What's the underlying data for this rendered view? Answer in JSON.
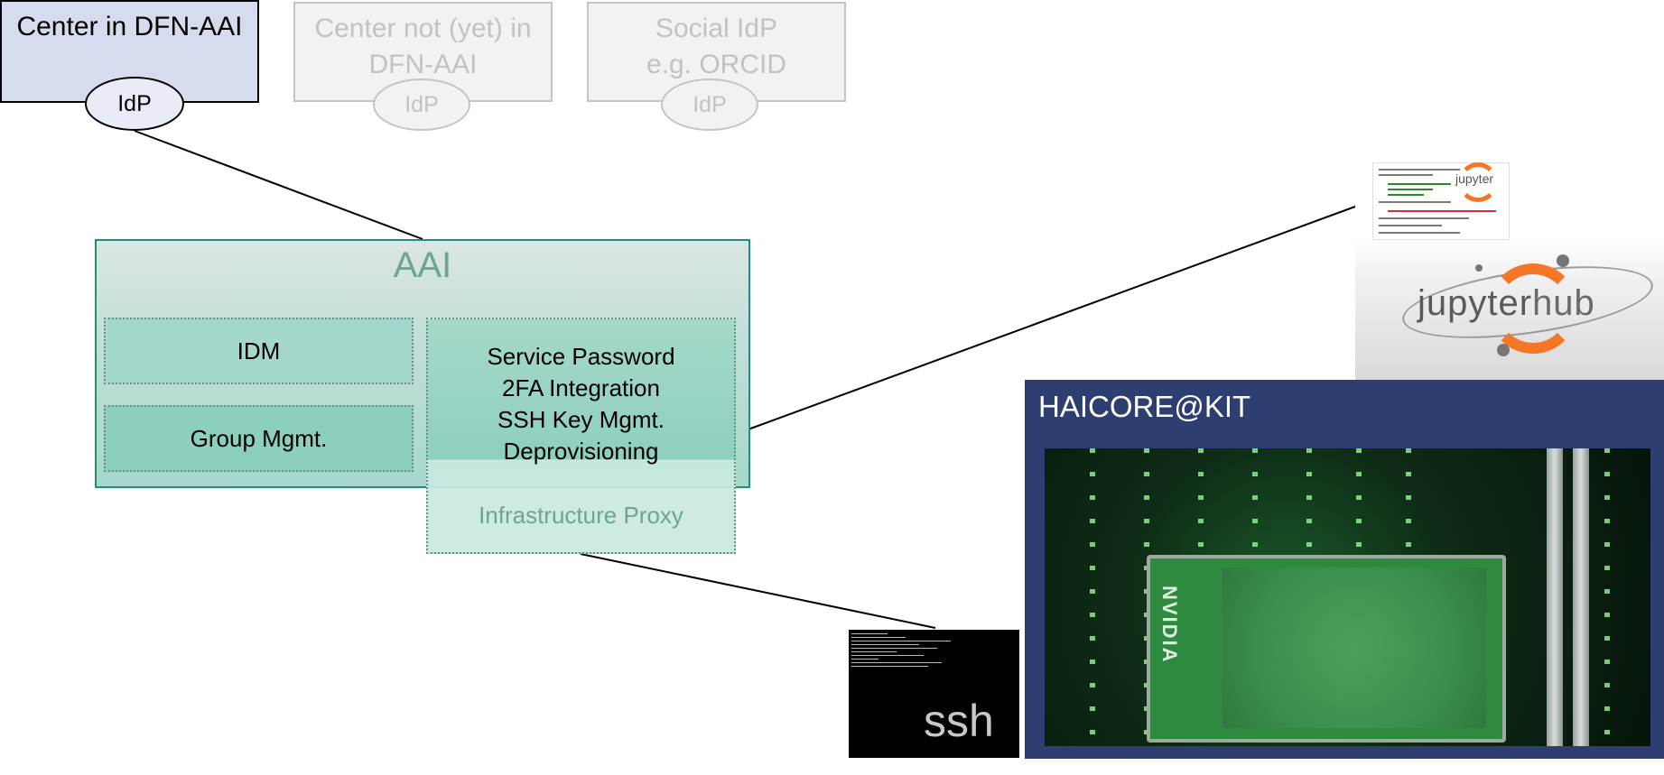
{
  "identity_providers": [
    {
      "label_line1": "Center in DFN-AAI",
      "label_line2": "",
      "badge": "IdP"
    },
    {
      "label_line1": "Center not (yet) in",
      "label_line2": "DFN-AAI",
      "badge": "IdP"
    },
    {
      "label_line1": "Social IdP",
      "label_line2": "e.g. ORCID",
      "badge": "IdP"
    }
  ],
  "aai": {
    "title": "AAI",
    "idm": "IDM",
    "group": "Group Mgmt.",
    "services": [
      "Service Password",
      "2FA Integration",
      "SSH Key Mgmt.",
      "Deprovisioning"
    ],
    "proxy": "Infrastructure Proxy"
  },
  "jupyter": {
    "small_logo": "jupyter",
    "hub_part1": "jupyter",
    "hub_part2": "hub",
    "brand_color": "#f37726"
  },
  "haicore": {
    "title": "HAICORE@KIT",
    "gpu_brand": "NVIDIA"
  },
  "ssh": {
    "label": "ssh"
  }
}
